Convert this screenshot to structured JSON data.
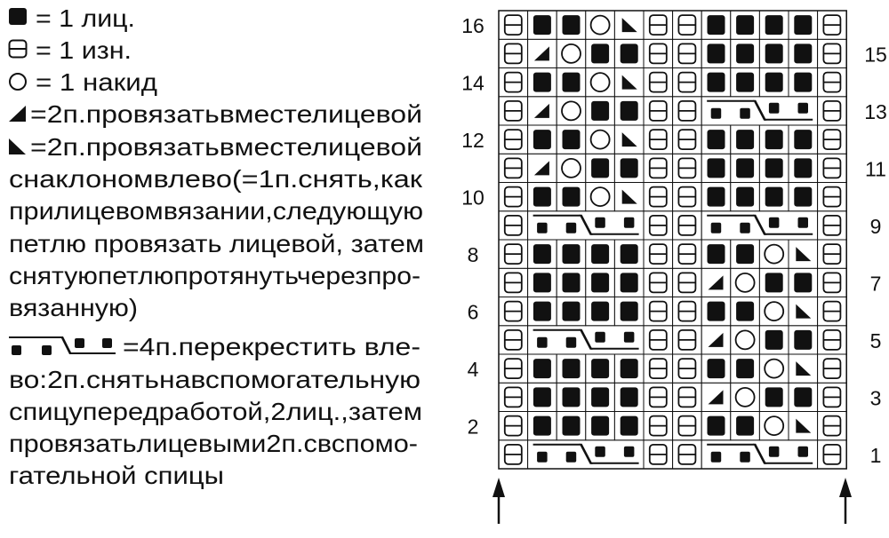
{
  "legend": {
    "knit": "= 1 лиц.",
    "purl": "= 1 изн.",
    "yarn_over": "= 1 накид",
    "k2tog": "=2п.провязатьвместелицевой",
    "ssk_lines": [
      "=2п.провязатьвместелицевой",
      "снаклономвлево(=1п.снять,как",
      "прилицевомвязании,следующую",
      "петлю провязать лицевой, затем",
      "снятуюпетлюпротянутьчерезпро-",
      "вязанную)"
    ],
    "cable_lines": [
      "=4п.перекрестить вле-",
      "во:2п.снятьнавспомогательную",
      "спицупередработой,2лиц.,затем",
      "провязатьлицевыми2п.свспомо-",
      "гательной спицы"
    ]
  },
  "chart": {
    "columns": 12,
    "rows": [
      {
        "n": 1,
        "cells": [
          "p",
          "c4",
          "p",
          "p",
          "c4",
          "p"
        ]
      },
      {
        "n": 2,
        "cells": [
          "p",
          "k",
          "k",
          "k",
          "k",
          "p",
          "p",
          "k",
          "k",
          "yo",
          "ssk",
          "p"
        ]
      },
      {
        "n": 3,
        "cells": [
          "p",
          "k",
          "k",
          "k",
          "k",
          "p",
          "p",
          "k2tog",
          "yo",
          "k",
          "k",
          "p"
        ]
      },
      {
        "n": 4,
        "cells": [
          "p",
          "k",
          "k",
          "k",
          "k",
          "p",
          "p",
          "k",
          "k",
          "yo",
          "ssk",
          "p"
        ]
      },
      {
        "n": 5,
        "cells": [
          "p",
          "c4",
          "p",
          "p",
          "k2tog",
          "yo",
          "k",
          "k",
          "p"
        ]
      },
      {
        "n": 6,
        "cells": [
          "p",
          "k",
          "k",
          "k",
          "k",
          "p",
          "p",
          "k",
          "k",
          "yo",
          "ssk",
          "p"
        ]
      },
      {
        "n": 7,
        "cells": [
          "p",
          "k",
          "k",
          "k",
          "k",
          "p",
          "p",
          "k2tog",
          "yo",
          "k",
          "k",
          "p"
        ]
      },
      {
        "n": 8,
        "cells": [
          "p",
          "k",
          "k",
          "k",
          "k",
          "p",
          "p",
          "k",
          "k",
          "yo",
          "ssk",
          "p"
        ]
      },
      {
        "n": 9,
        "cells": [
          "p",
          "c4",
          "p",
          "p",
          "c4",
          "p"
        ]
      },
      {
        "n": 10,
        "cells": [
          "p",
          "k",
          "k",
          "yo",
          "ssk",
          "p",
          "p",
          "k",
          "k",
          "k",
          "k",
          "p"
        ]
      },
      {
        "n": 11,
        "cells": [
          "p",
          "k2tog",
          "yo",
          "k",
          "k",
          "p",
          "p",
          "k",
          "k",
          "k",
          "k",
          "p"
        ]
      },
      {
        "n": 12,
        "cells": [
          "p",
          "k",
          "k",
          "yo",
          "ssk",
          "p",
          "p",
          "k",
          "k",
          "k",
          "k",
          "p"
        ]
      },
      {
        "n": 13,
        "cells": [
          "p",
          "k2tog",
          "yo",
          "k",
          "k",
          "p",
          "p",
          "c4",
          "p"
        ]
      },
      {
        "n": 14,
        "cells": [
          "p",
          "k",
          "k",
          "yo",
          "ssk",
          "p",
          "p",
          "k",
          "k",
          "k",
          "k",
          "p"
        ]
      },
      {
        "n": 15,
        "cells": [
          "p",
          "k2tog",
          "yo",
          "k",
          "k",
          "p",
          "p",
          "k",
          "k",
          "k",
          "k",
          "p"
        ]
      },
      {
        "n": 16,
        "cells": [
          "p",
          "k",
          "k",
          "yo",
          "ssk",
          "p",
          "p",
          "k",
          "k",
          "k",
          "k",
          "p"
        ]
      }
    ],
    "row_labels": [
      "1",
      "2",
      "3",
      "4",
      "5",
      "6",
      "7",
      "8",
      "9",
      "10",
      "11",
      "12",
      "13",
      "14",
      "15",
      "16"
    ]
  }
}
